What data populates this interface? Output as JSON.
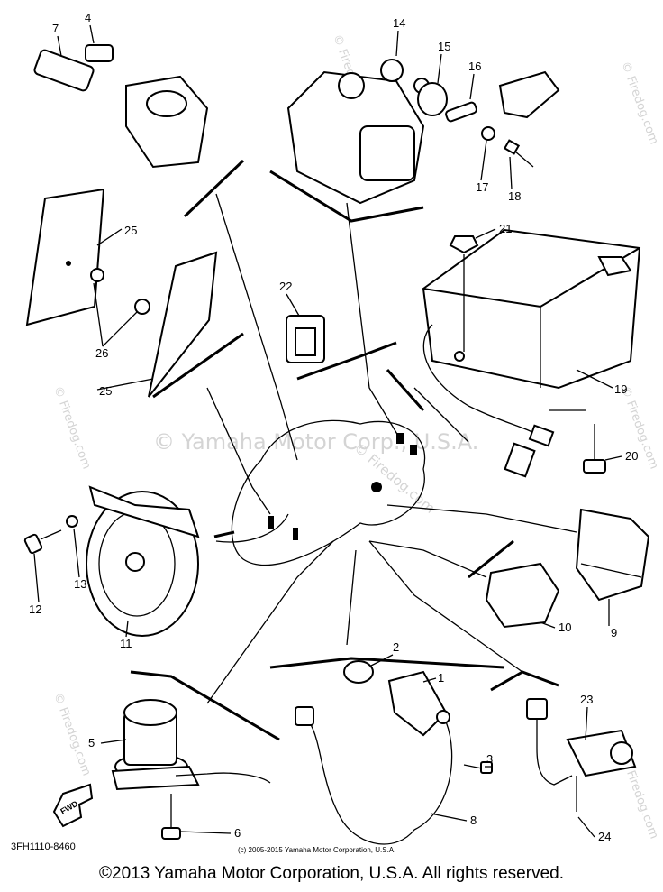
{
  "diagram": {
    "part_code": "3FH1110-8460",
    "small_copyright": "(c) 2005-2015 Yamaha Motor Corporation, U.S.A.",
    "watermark_center": "© Yamaha Motor Corp., U.S.A.",
    "watermark_diag": "© Firedog.com",
    "watermark_side": "© Firedog.com",
    "fwd_label": "FWD",
    "callouts": [
      "1",
      "2",
      "3",
      "4",
      "5",
      "6",
      "7",
      "8",
      "9",
      "10",
      "11",
      "12",
      "13",
      "14",
      "15",
      "16",
      "17",
      "18",
      "19",
      "20",
      "21",
      "22",
      "23",
      "24",
      "25",
      "25",
      "26"
    ]
  },
  "footer": {
    "copyright": "©2013 Yamaha Motor Corporation, U.S.A. All rights reserved."
  }
}
